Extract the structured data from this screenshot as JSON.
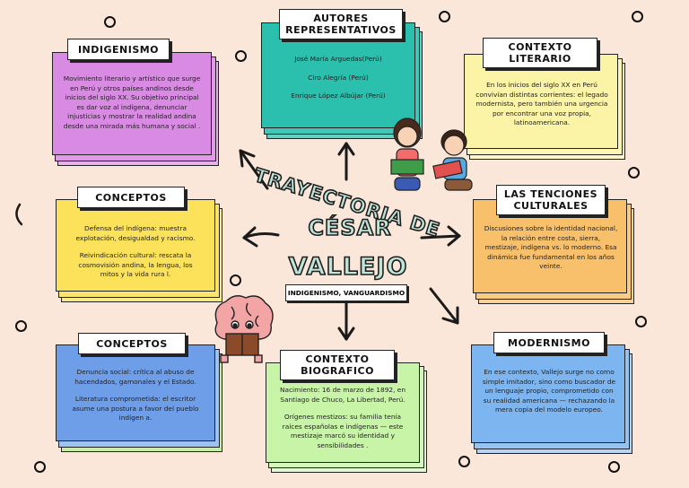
{
  "center": {
    "title_line1": "TRAYECTORIA DE",
    "title_line2": "CÉSAR",
    "title_line3": "VALLEJO",
    "subtitle": "INDIGENISMO, VANGUARDISMO"
  },
  "cards": {
    "indigenismo": {
      "title": "INDIGENISMO",
      "color": "#d98be3",
      "text": "Movimiento literario y artístico que surge en Perú y otros países andinos desde inicios del siglo XX. Su objetivo principal es dar voz al indígena, denunciar injusticias y mostrar la realidad andina desde una mirada más humana y social ."
    },
    "autores": {
      "title_line1": "AUTORES",
      "title_line2": "REPRESENTATIVOS",
      "color": "#2bbfae",
      "authors": [
        "José María Arguedas(Perú)",
        "Ciro Alegría (Perú)",
        "Enrique López Albújar  (Perú)"
      ]
    },
    "contexto_literario": {
      "title_line1": "CONTEXTO",
      "title_line2": "LITERARIO",
      "color": "#fbf3a6",
      "text": "En los inicios del siglo XX en Perú convivían distintas corrientes: el legado modernista, pero también una urgencia por encontrar una voz propia, latinoamericana."
    },
    "conceptos1": {
      "title": "CONCEPTOS",
      "color": "#fbe25a",
      "p1": "Defensa del indígena: muestra explotación, desigualdad y racismo.",
      "p2": "Reivindicación cultural: rescata la cosmovisión andina, la lengua, los mitos y la vida rura l."
    },
    "tensiones": {
      "title_line1": "LAS TENCIONES",
      "title_line2": "CULTURALES",
      "color": "#f9c06c",
      "text": "Discusiones sobre la identidad nacional, la relación entre costa, sierra, mestizaje, indígena vs. lo moderno. Esa dinámica fue fundamental en los años veinte."
    },
    "conceptos2": {
      "title": "CONCEPTOS",
      "color": "#6f9ee8",
      "p1": "Denuncia social: crítica al abuso de hacendados, gamonales y el Estado.",
      "p2": "Literatura comprometida: el escritor asume una postura a favor del pueblo indígen a."
    },
    "contexto_biografico": {
      "title_line1": "CONTEXTO",
      "title_line2": "BIOGRAFICO",
      "color": "#c7f4a6",
      "p1": "Nacimiento: 16 de marzo de 1892, en Santiago de Chuco, La Libertad, Perú.",
      "p2": "Orígenes mestizos: su familia tenía raíces españolas e indígenas — este mestizaje marcó su identidad y sensibilidades ."
    },
    "modernismo": {
      "title": "MODERNISMO",
      "color": "#7db5f0",
      "text": "En ese contexto, Vallejo surge no como simple imitador, sino como buscador de un lenguaje propio, comprometido con su realidad americana — rechazando la mera copia del modelo europeo."
    }
  },
  "colors": {
    "background": "#fbe7d9",
    "title_fill": "#bfe4d8",
    "ink": "#1e1e1e"
  }
}
